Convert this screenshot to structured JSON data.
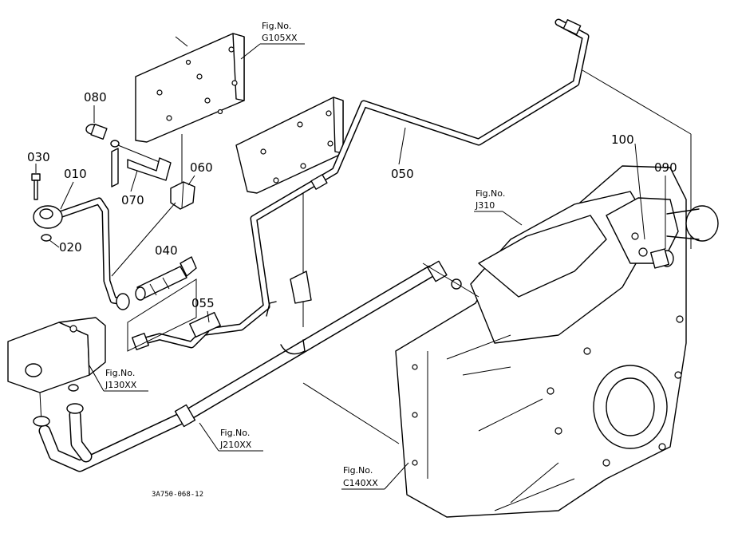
{
  "part_labels": {
    "p010": "010",
    "p020": "020",
    "p030": "030",
    "p040": "040",
    "p050": "050",
    "p055": "055",
    "p060": "060",
    "p070": "070",
    "p080": "080",
    "p090": "090",
    "p100": "100"
  },
  "figure_refs": {
    "g105": {
      "title": "Fig.No.",
      "code": "G105XX"
    },
    "j310": {
      "title": "Fig.No.",
      "code": "J310"
    },
    "j130": {
      "title": "Fig.No.",
      "code": "J130XX"
    },
    "j210": {
      "title": "Fig.No.",
      "code": "J210XX"
    },
    "c140": {
      "title": "Fig.No.",
      "code": "C140XX"
    }
  },
  "footer": {
    "drawing_code": "3A750-068-12"
  }
}
